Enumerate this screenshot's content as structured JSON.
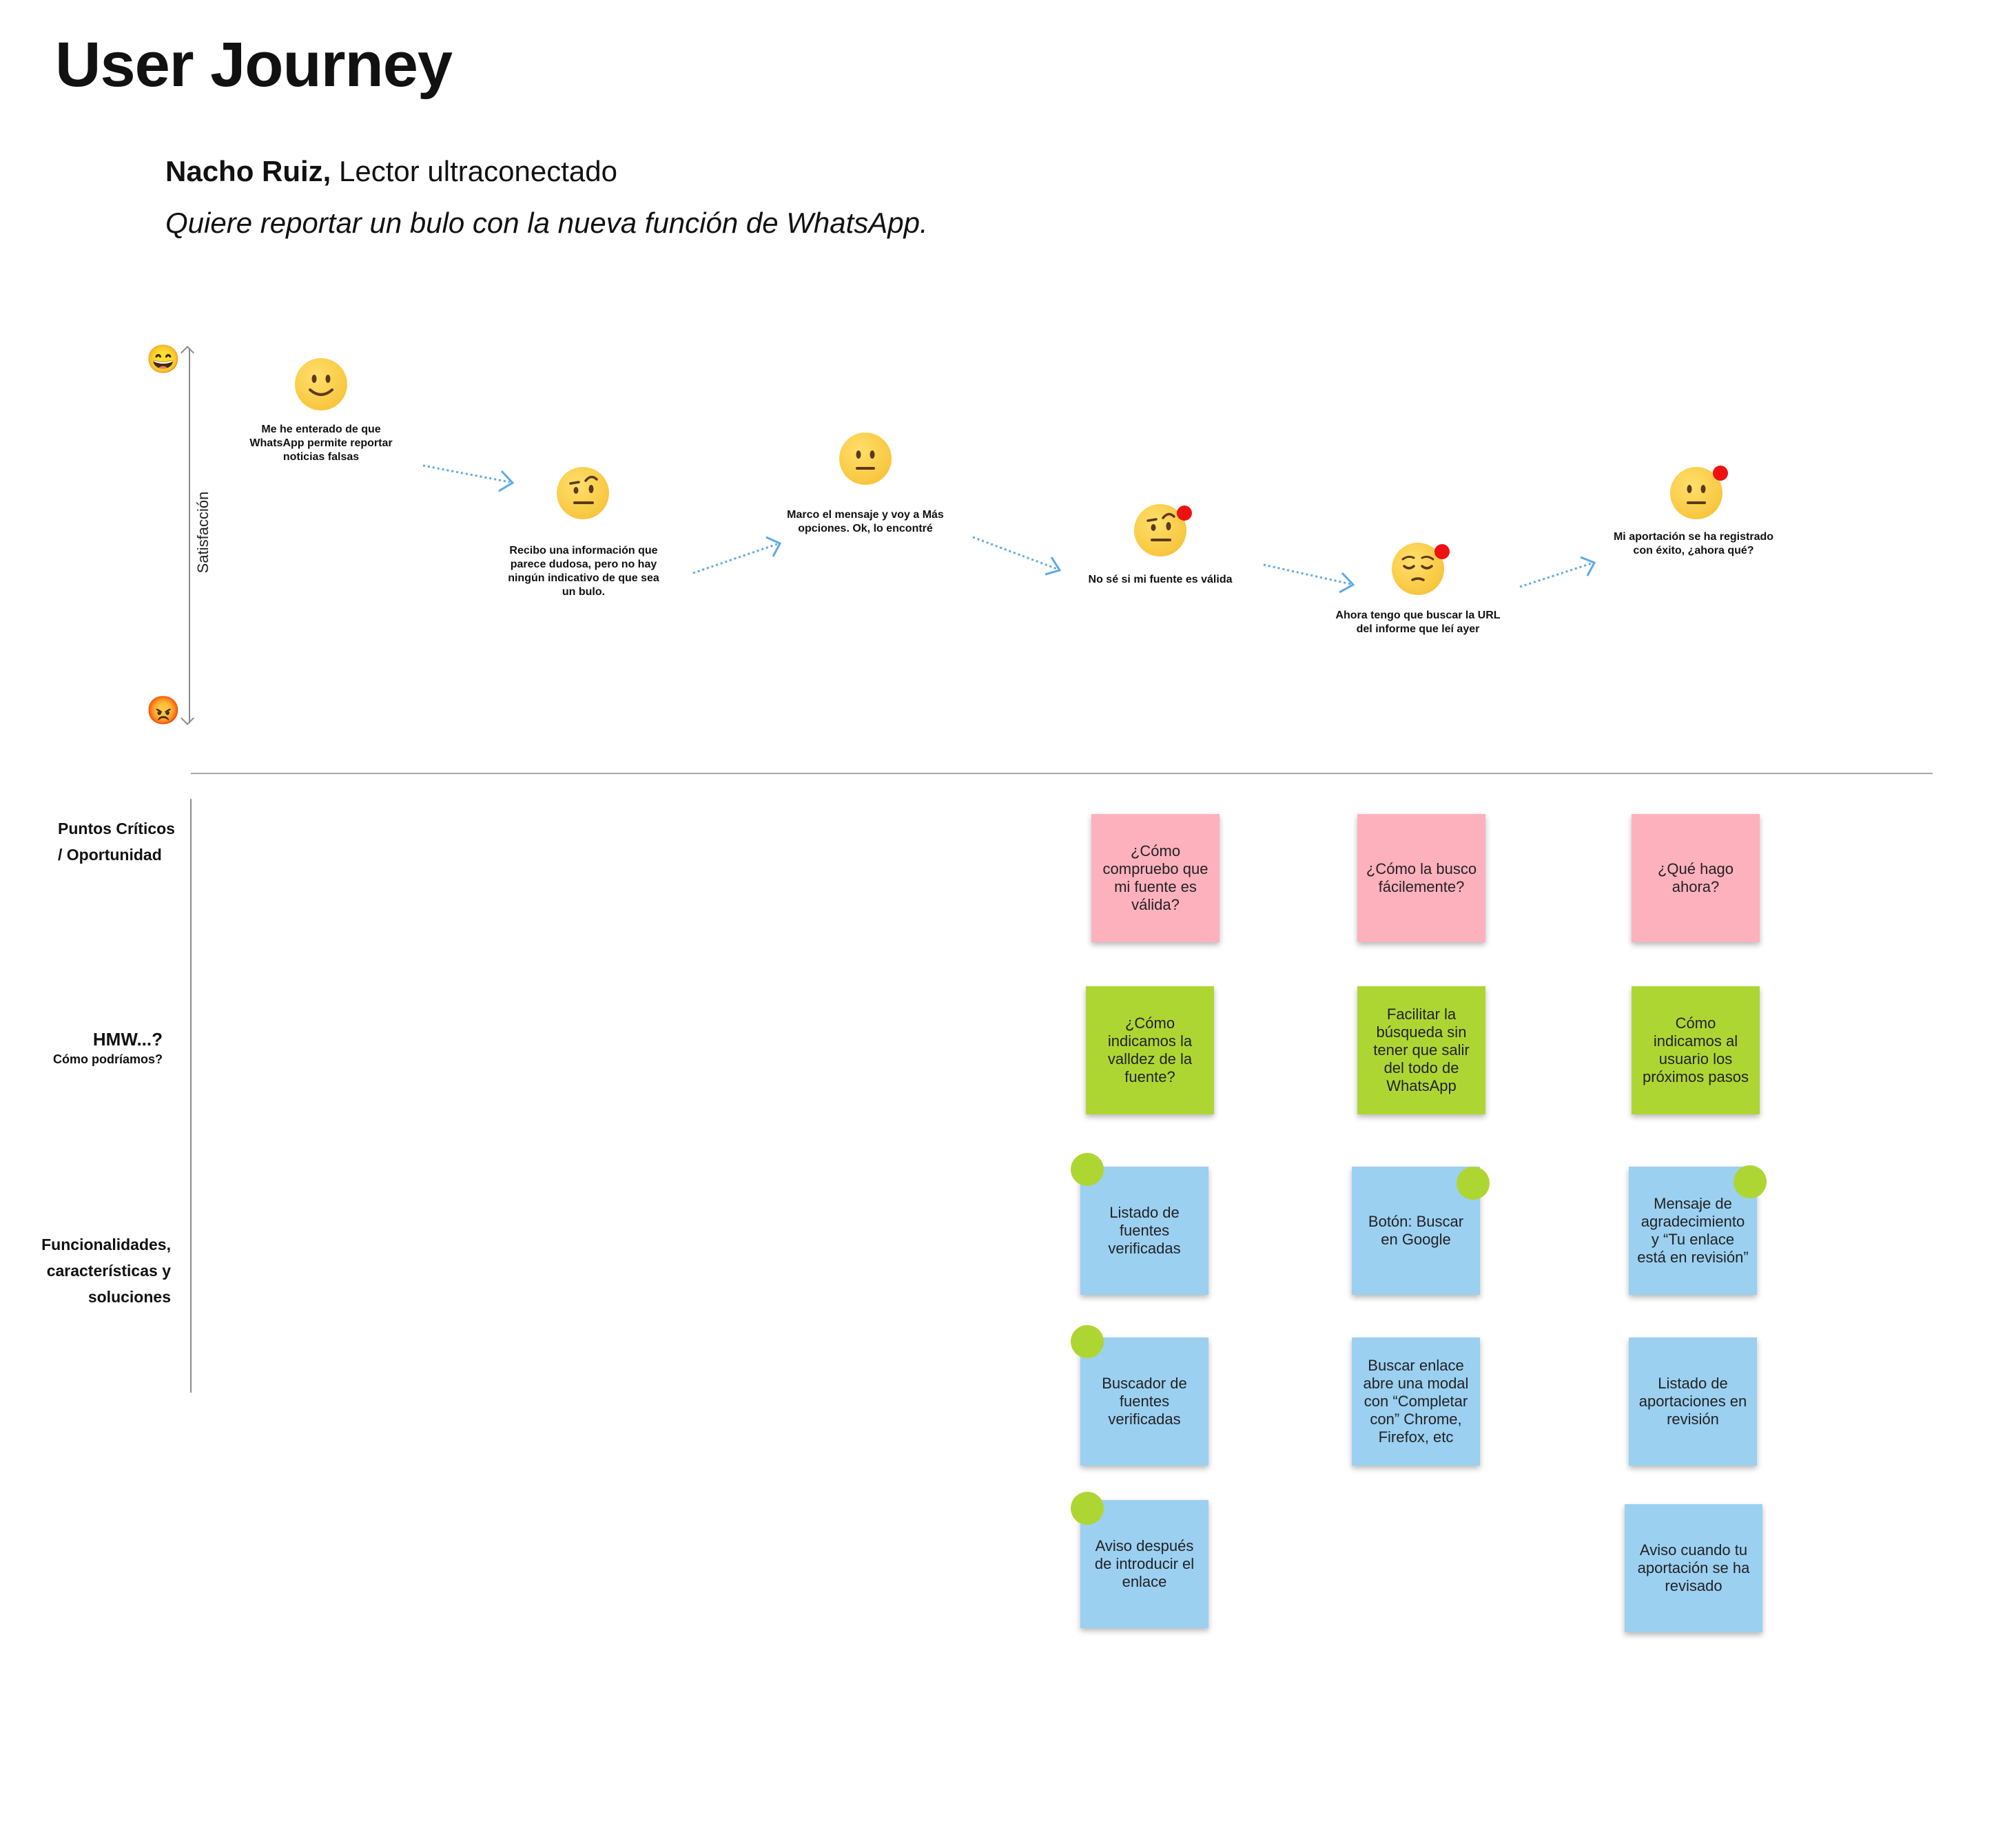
{
  "title": "User Journey",
  "persona": {
    "name": "Nacho Ruiz,",
    "role": "Lector ultraconectado"
  },
  "goal": "Quiere reportar un bulo con la nueva función de WhatsApp.",
  "satisfaction_axis": {
    "label": "Satisfacción",
    "top_icon": "grinning-face-icon",
    "bottom_icon": "angry-face-icon"
  },
  "steps": [
    {
      "text": "Me he enterado de que WhatsApp permite reportar noticias falsas",
      "emoji": "smiling-face-icon",
      "alert": false
    },
    {
      "text": "Recibo una información que parece dudosa, pero no hay ningún indicativo de que sea un bulo.",
      "emoji": "raised-eyebrow-face-icon",
      "alert": false
    },
    {
      "text": "Marco el mensaje y voy a Más opciones. Ok, lo encontré",
      "emoji": "neutral-face-icon",
      "alert": false
    },
    {
      "text": "No sé si mi fuente es válida",
      "emoji": "raised-eyebrow-face-icon",
      "alert": true
    },
    {
      "text": "Ahora tengo que buscar la URL del informe que leí ayer",
      "emoji": "pensive-face-icon",
      "alert": true
    },
    {
      "text": "Mi aportación se ha registrado con éxito, ¿ahora qué?",
      "emoji": "neutral-face-icon",
      "alert": true
    }
  ],
  "rows": {
    "critical": {
      "line1": "Puntos Críticos",
      "line2": "/ Oportunidad"
    },
    "hmw": {
      "title": "HMW...?",
      "subtitle": "Cómo podríamos?"
    },
    "features": {
      "line1": "Funcionalidades,",
      "line2": "características y",
      "line3": "soluciones"
    }
  },
  "notes": {
    "critical": [
      "¿Cómo compruebo que mi fuente es válida?",
      "¿Cómo la busco fácilemente?",
      "¿Qué hago ahora?"
    ],
    "hmw": [
      "¿Cómo indicamos la valldez de la fuente?",
      "Facilitar la búsqueda sin tener que salir del todo de WhatsApp",
      "Cómo indicamos al usuario los próximos pasos"
    ],
    "features": [
      [
        "Listado de fuentes verificadas",
        "Buscador de fuentes verificadas",
        "Aviso después de introducir el enlace"
      ],
      [
        "Botón: Buscar en Google",
        "Buscar enlace abre una modal con “Completar con” Chrome, Firefox, etc"
      ],
      [
        "Mensaje de agradecimiento y “Tu enlace está en revisión”",
        "Listado de aportaciones en revisión",
        "Aviso cuando tu aportación se ha revisado"
      ]
    ]
  },
  "colors": {
    "critical": "#fcb1bd",
    "hmw": "#aed633",
    "feature": "#9bd0f1",
    "alert_dot": "#ee1111",
    "flow_arrow": "#5da9e6"
  }
}
